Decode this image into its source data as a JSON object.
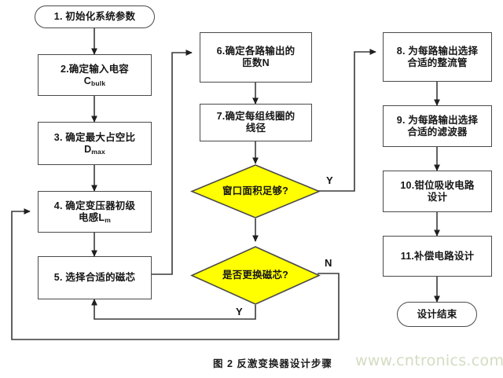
{
  "diagram": {
    "title_caption": "图 2  反激变换器设计步骤",
    "watermark": "www.cntronics.com",
    "colors": {
      "decision_fill": "#FFFF00",
      "decision_stroke": "#4a4a4a",
      "box_stroke": "#4a4a4a",
      "line": "#3a3a3a",
      "watermark": "#d3dcc2",
      "background": "#ffffff"
    },
    "nodes": [
      {
        "id": "n1",
        "shape": "terminator",
        "label": "1. 初始化系统参数"
      },
      {
        "id": "n2",
        "shape": "process",
        "label_line1": "2.确定输入电容",
        "label_line2": "C",
        "sub2": "bulk"
      },
      {
        "id": "n3",
        "shape": "process",
        "label_line1": "3. 确定最大占空比",
        "label_line2": "D",
        "sub2": "max"
      },
      {
        "id": "n4",
        "shape": "process",
        "label_line1": "4. 确定变压器初级",
        "label_line2": "电感L",
        "sub2": "m"
      },
      {
        "id": "n5",
        "shape": "process",
        "label_line1": "5. 选择合适的磁芯",
        "label_line2": "",
        "sub2": ""
      },
      {
        "id": "n6",
        "shape": "process",
        "label_line1": "6.确定各路输出的",
        "label_line2": "匝数N",
        "sub2": ""
      },
      {
        "id": "n7",
        "shape": "process",
        "label_line1": "7.确定每组线圈的",
        "label_line2": "线径",
        "sub2": ""
      },
      {
        "id": "d1",
        "shape": "decision",
        "label": "窗口面积足够?"
      },
      {
        "id": "d2",
        "shape": "decision",
        "label": "是否更换磁芯?"
      },
      {
        "id": "n8",
        "shape": "process",
        "label_line1": "8. 为每路输出选择",
        "label_line2": "合适的整流管",
        "sub2": ""
      },
      {
        "id": "n9",
        "shape": "process",
        "label_line1": "9. 为每路输出选择",
        "label_line2": "合适的滤波器",
        "sub2": ""
      },
      {
        "id": "n10",
        "shape": "process",
        "label_line1": "10.钳位吸收电路",
        "label_line2": "设计",
        "sub2": ""
      },
      {
        "id": "n11",
        "shape": "process",
        "label_line1": "11.补偿电路设计",
        "label_line2": "",
        "sub2": ""
      },
      {
        "id": "n12",
        "shape": "terminator",
        "label": "设计结束"
      }
    ],
    "edge_labels": [
      {
        "id": "d1_yes",
        "text": "Y"
      },
      {
        "id": "d2_no",
        "text": "N"
      },
      {
        "id": "d2_yes",
        "text": "Y"
      }
    ]
  }
}
